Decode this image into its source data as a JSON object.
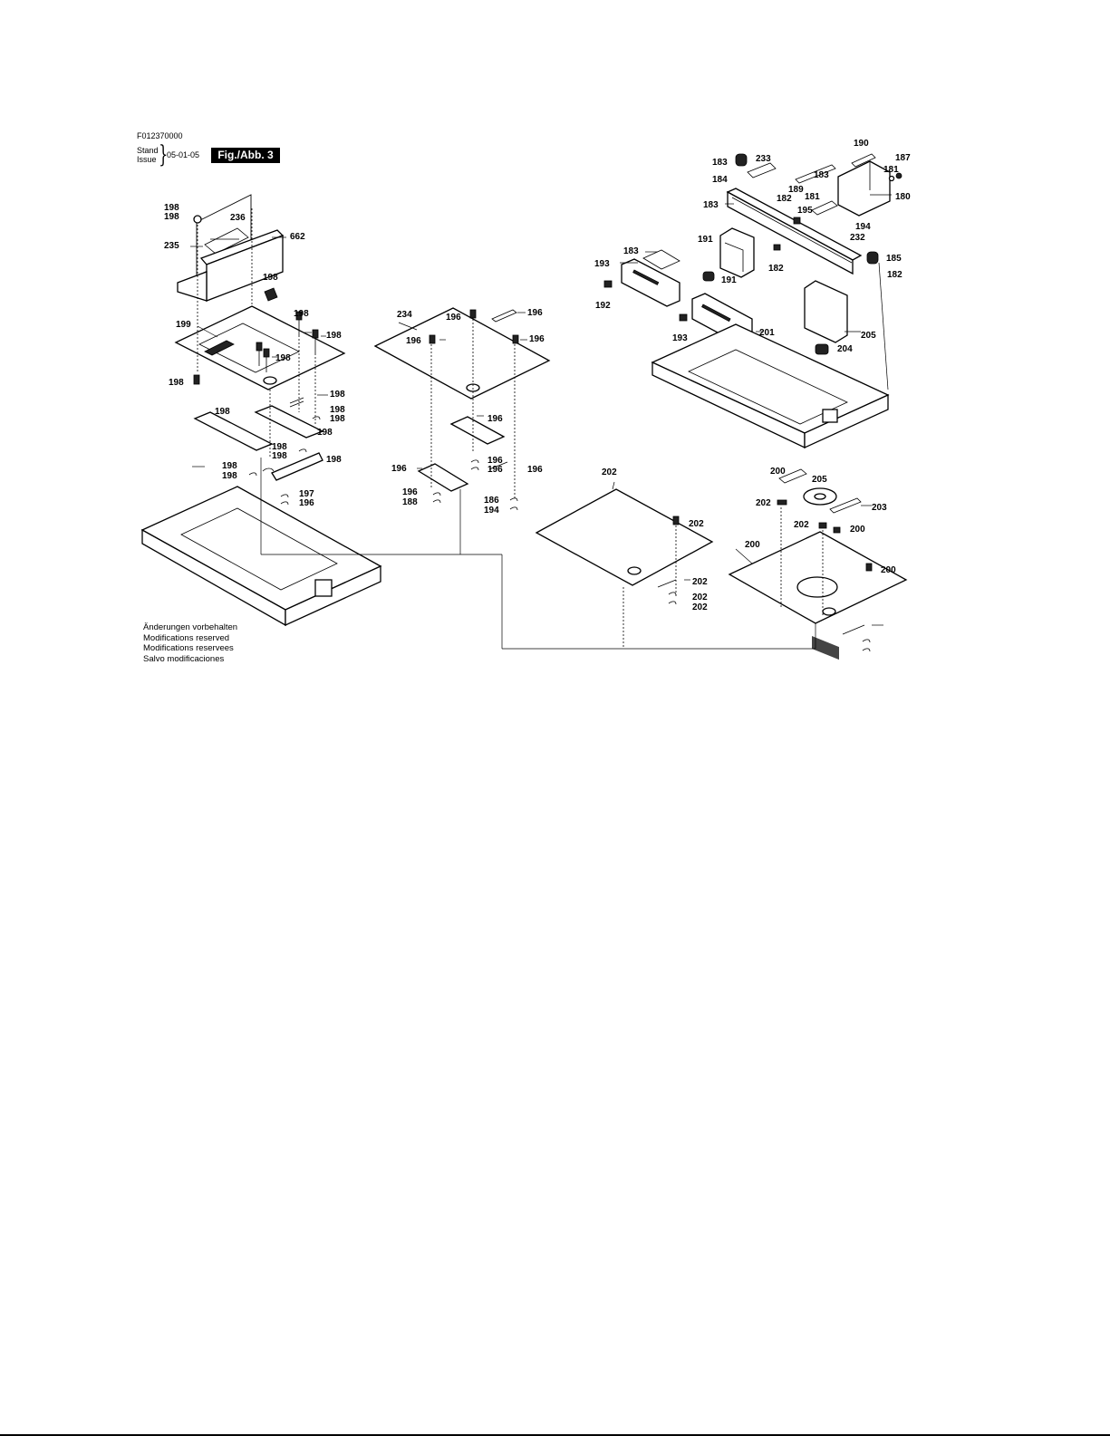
{
  "header": {
    "doc_id": "F012370000",
    "stand": "Stand",
    "issue": "Issue",
    "date": "05-01-05",
    "fig_label": "Fig./Abb. 3"
  },
  "modifications": [
    "Änderungen vorbehalten",
    "Modifications reserved",
    "Modifications reservees",
    "Salvo modificaciones"
  ],
  "diagram": {
    "labels": [
      "198",
      "198",
      "236",
      "235",
      "662",
      "198",
      "199",
      "198",
      "198",
      "198",
      "198",
      "198",
      "198",
      "198",
      "198",
      "198",
      "198",
      "198",
      "198",
      "198",
      "198",
      "197",
      "196",
      "234",
      "196",
      "196",
      "196",
      "196",
      "196",
      "196",
      "196",
      "196",
      "196",
      "196",
      "188",
      "186",
      "194",
      "190",
      "187",
      "183",
      "233",
      "181",
      "184",
      "183",
      "189",
      "180",
      "182",
      "181",
      "183",
      "195",
      "194",
      "232",
      "191",
      "185",
      "183",
      "193",
      "182",
      "182",
      "191",
      "192",
      "193",
      "201",
      "205",
      "204",
      "202",
      "200",
      "205",
      "202",
      "202",
      "203",
      "202",
      "200",
      "200",
      "200",
      "202",
      "202",
      "202"
    ]
  }
}
